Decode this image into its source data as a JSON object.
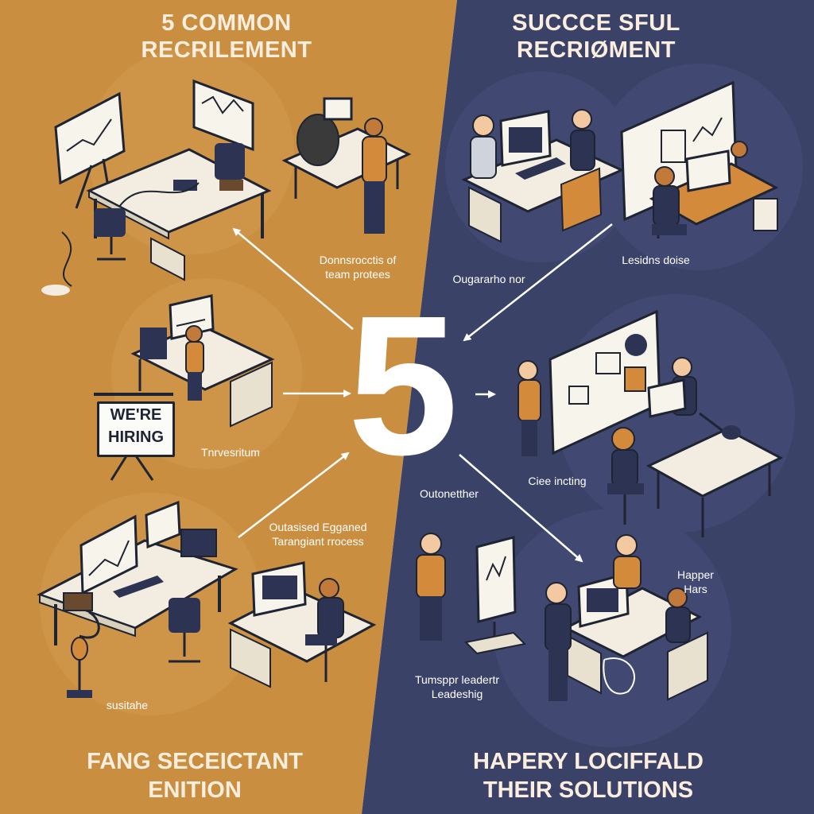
{
  "left_panel": {
    "title_line1": "5 COMMON",
    "title_line2": "RECRILEMENT",
    "footer_line1": "FANG SECEICTANT",
    "footer_line2": "ENITION",
    "sign_line1": "WE'RE",
    "sign_line2": "HIRING",
    "captions": {
      "team_process_1": "Donnsrocctis of",
      "team_process_2": "team protees",
      "investment": "Tnrvesritum",
      "outsourced_1": "Outasised Egganed",
      "outsourced_2": "Tarangiant rrocess",
      "sustain": "susitahe"
    }
  },
  "right_panel": {
    "title_line1": "SUCCCE SFUL",
    "title_line2": "RECRIØMENT",
    "footer_line1": "HAPERY LOCIFFALD",
    "footer_line2": "THEIR SOLUTIONS",
    "captions": {
      "organization": "Ougararho nor",
      "leadership_drive": "Lesidns doise",
      "inciting": "Ciee incting",
      "outonether": "Outonetther",
      "happier_1": "Happer",
      "happier_2": "Hars",
      "leadership_1": "Tumsppr leadertr",
      "leadership_2": "Leadeshig"
    }
  },
  "center_number": "5",
  "colors": {
    "left_bg": "#c98e3f",
    "right_bg": "#3b4268",
    "desk": "#f2ede0",
    "navy": "#2d3352",
    "accent_orange": "#d38a3b",
    "text_light": "#fbeede",
    "ink": "#1f2433"
  },
  "icons": [
    "whiteboard-icon",
    "desk-icon",
    "computer-icon",
    "person-icon",
    "hiring-sign-icon",
    "lamp-icon",
    "arrow-icon"
  ]
}
